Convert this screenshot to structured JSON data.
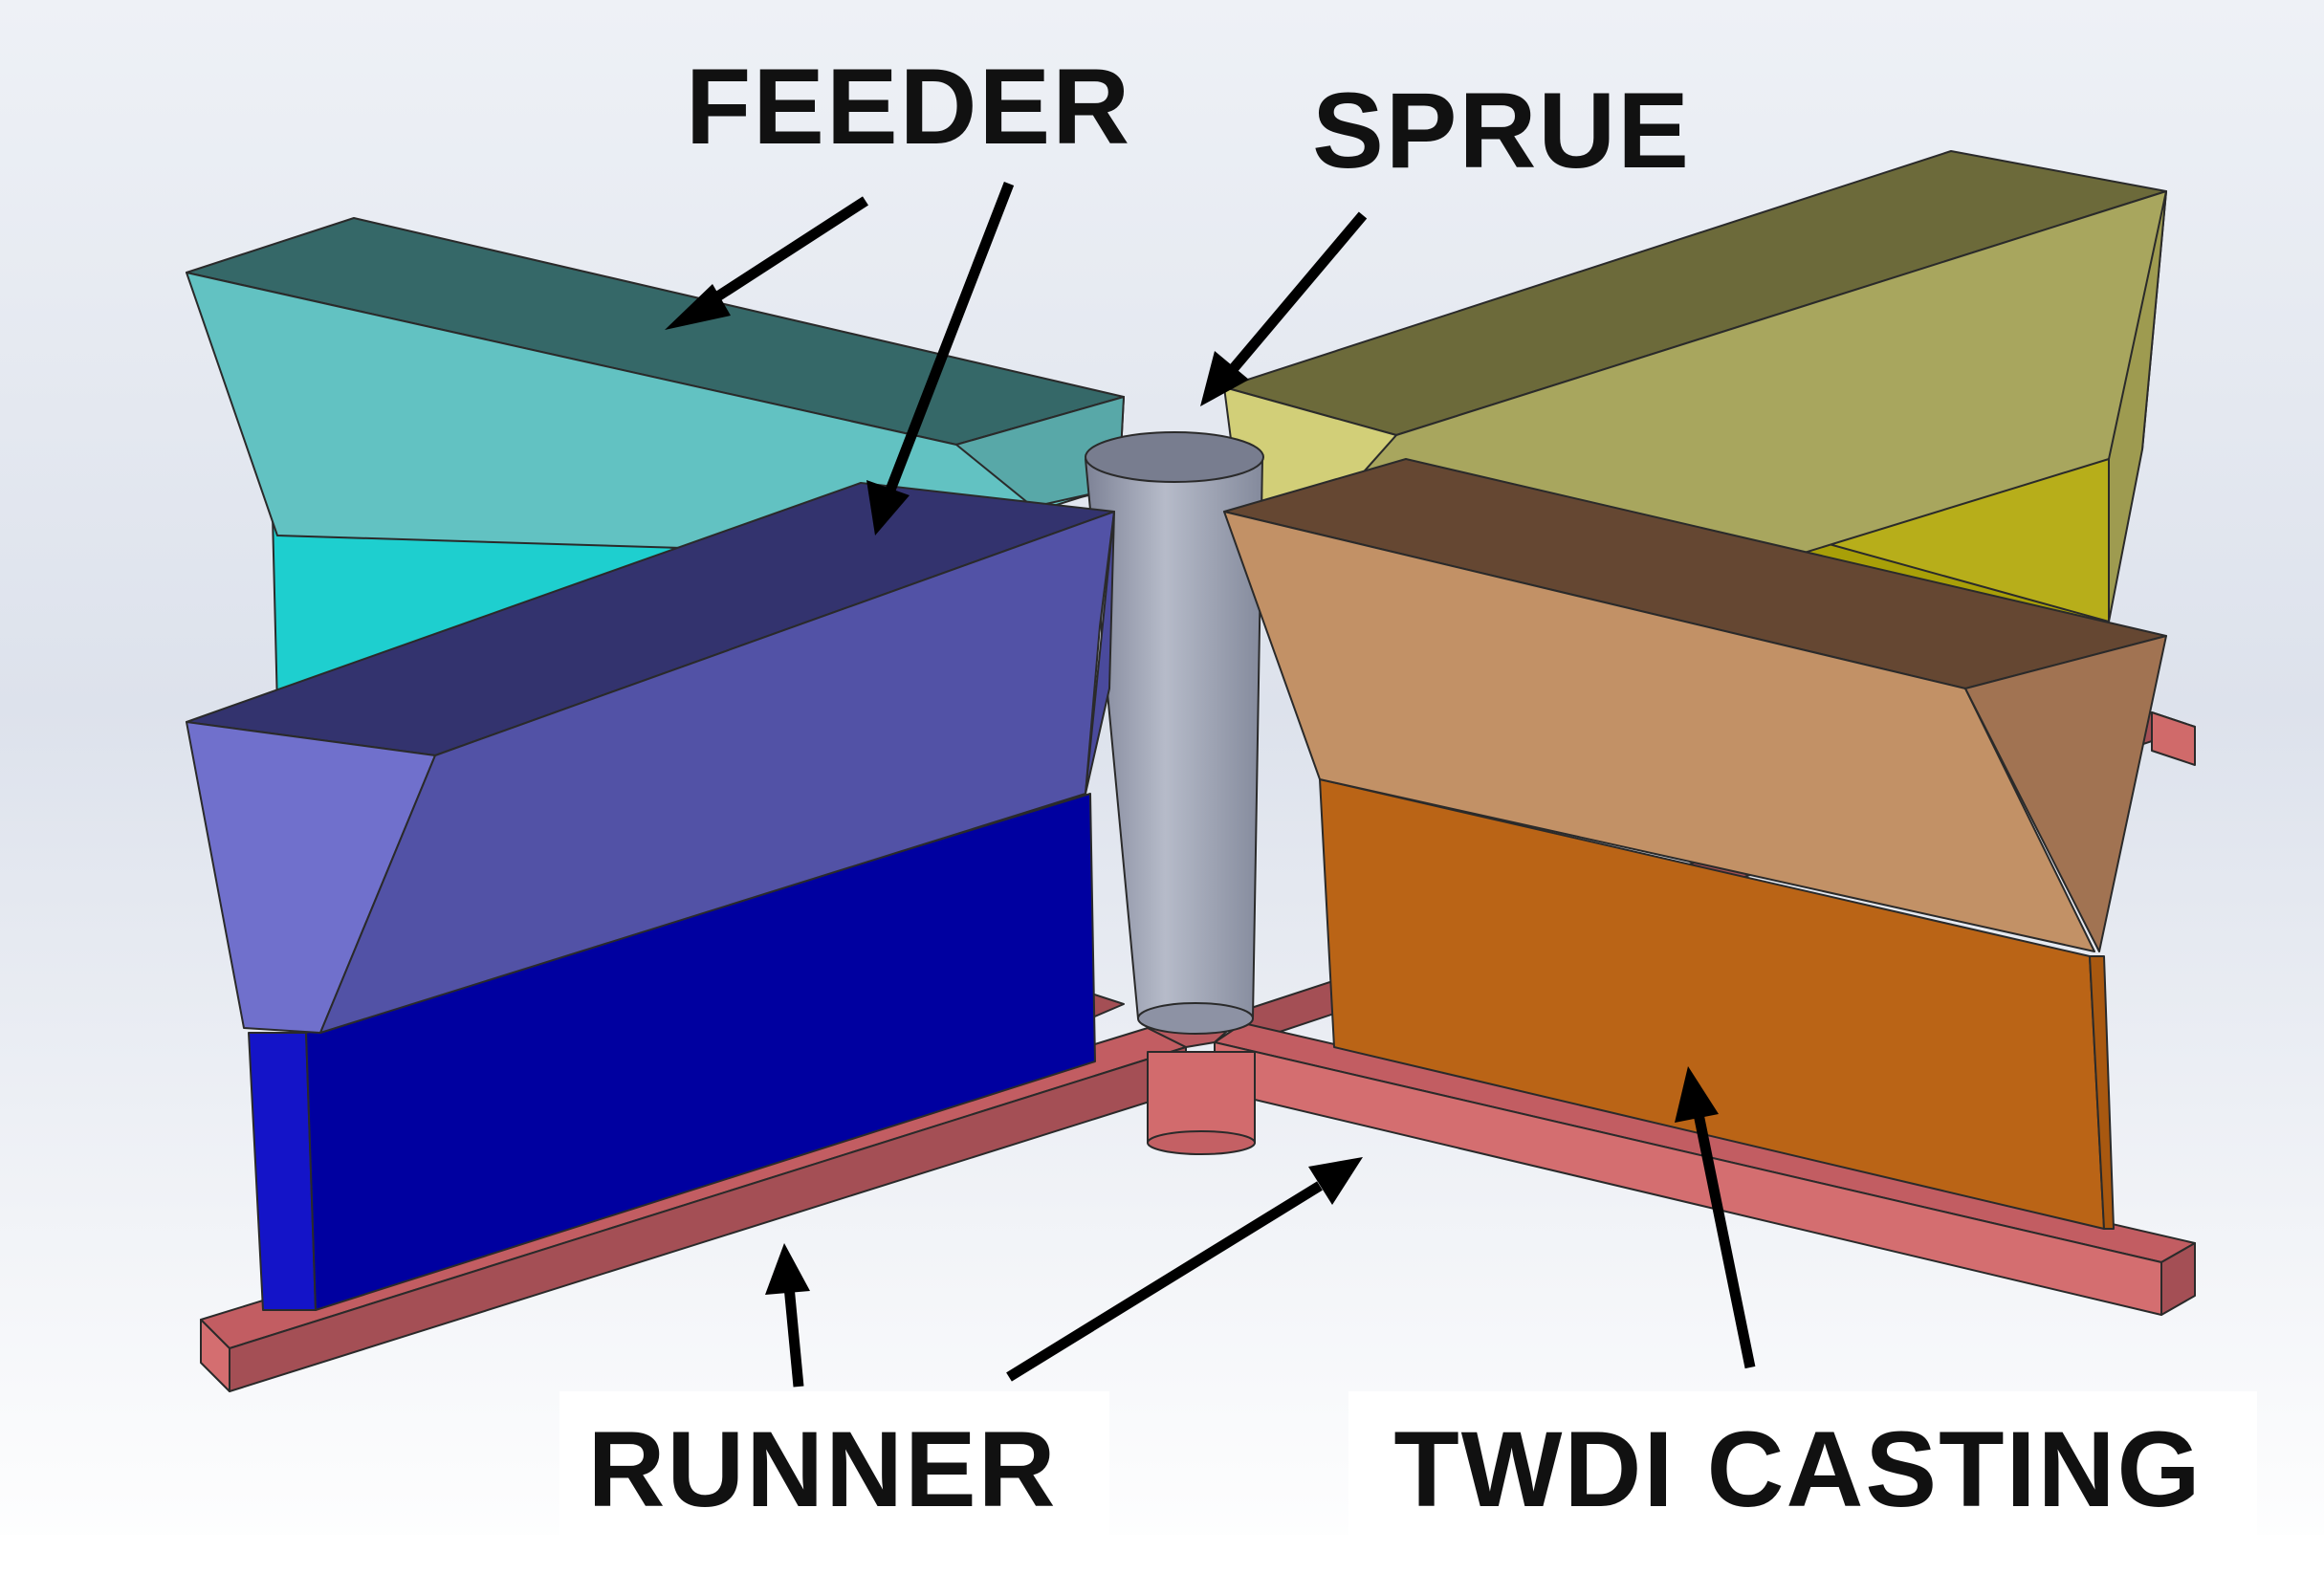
{
  "labels": {
    "feeder": "FEEDER",
    "sprue": "SPRUE",
    "runner": "RUNNER",
    "casting": "TWDI CASTING"
  },
  "colors": {
    "background_top": "#dde2ec",
    "background_bottom": "#ffffff",
    "runner_top": "#d06a6a",
    "runner_side": "#a44f55",
    "sprue": "#9aa0b0",
    "casting_left_front": "#0a0aa8",
    "feeder_left_front_top": "#5555b0",
    "feeder_left_top": "#33336e",
    "casting_back_left": "#1ecfcf",
    "feeder_back_left": "#62c2c2",
    "feeder_back_left_top": "#356868",
    "casting_back_right": "#a8a00a",
    "feeder_back_right": "#a8a860",
    "feeder_back_right_top": "#6c6a3a",
    "casting_right_front": "#ba6416",
    "feeder_right_front": "#c29166",
    "feeder_right_front_top": "#654732"
  }
}
